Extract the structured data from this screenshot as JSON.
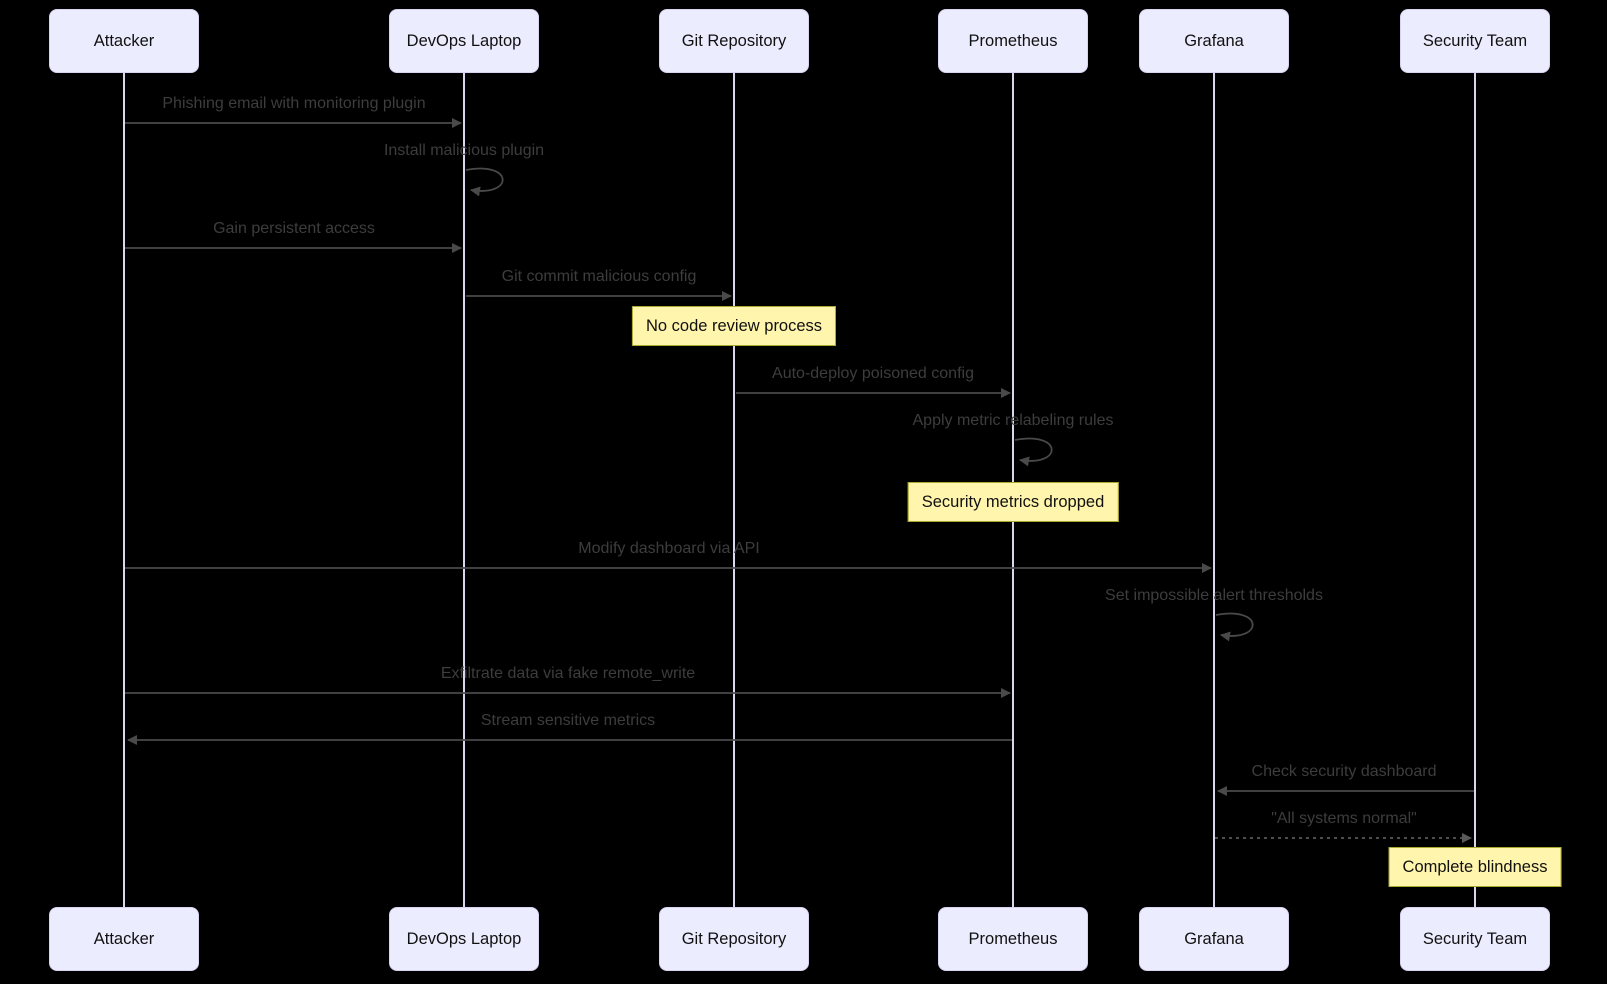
{
  "diagram": {
    "type": "sequence",
    "theme": {
      "background": "#000000",
      "actor_fill": "#ECECFF",
      "actor_border": "#D9D2F0",
      "lifeline_color": "#DCD5EE",
      "arrow_color": "#4A4A4A",
      "message_text_color": "#3D3D3D",
      "note_fill": "#FFF5AD",
      "note_border": "#AAAA33",
      "note_text_color": "#111111"
    }
  },
  "actors": [
    {
      "name": "Attacker"
    },
    {
      "name": "DevOps Laptop"
    },
    {
      "name": "Git Repository"
    },
    {
      "name": "Prometheus"
    },
    {
      "name": "Grafana"
    },
    {
      "name": "Security Team"
    }
  ],
  "messages": [
    {
      "text": "Phishing email with monitoring plugin",
      "from": "Attacker",
      "to": "DevOps Laptop",
      "style": "solid"
    },
    {
      "text": "Install malicious plugin",
      "from": "DevOps Laptop",
      "to": "DevOps Laptop",
      "style": "self"
    },
    {
      "text": "Gain persistent access",
      "from": "Attacker",
      "to": "DevOps Laptop",
      "style": "solid"
    },
    {
      "text": "Git commit malicious config",
      "from": "DevOps Laptop",
      "to": "Git Repository",
      "style": "solid"
    },
    {
      "text": "Auto-deploy poisoned config",
      "from": "Git Repository",
      "to": "Prometheus",
      "style": "solid"
    },
    {
      "text": "Apply metric relabeling rules",
      "from": "Prometheus",
      "to": "Prometheus",
      "style": "self"
    },
    {
      "text": "Modify dashboard via API",
      "from": "Attacker",
      "to": "Grafana",
      "style": "solid"
    },
    {
      "text": "Set impossible alert thresholds",
      "from": "Grafana",
      "to": "Grafana",
      "style": "self"
    },
    {
      "text": "Exfiltrate data via fake remote_write",
      "from": "Attacker",
      "to": "Prometheus",
      "style": "solid"
    },
    {
      "text": "Stream sensitive metrics",
      "from": "Prometheus",
      "to": "Attacker",
      "style": "solid"
    },
    {
      "text": "Check security dashboard",
      "from": "Security Team",
      "to": "Grafana",
      "style": "solid"
    },
    {
      "text": "\"All systems normal\"",
      "from": "Grafana",
      "to": "Security Team",
      "style": "dashed"
    }
  ],
  "notes": [
    {
      "text": "No code review process",
      "over": "Git Repository"
    },
    {
      "text": "Security metrics dropped",
      "over": "Prometheus"
    },
    {
      "text": "Complete blindness",
      "over": "Security Team"
    }
  ]
}
